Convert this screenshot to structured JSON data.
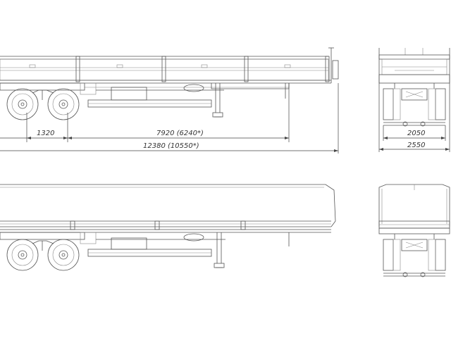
{
  "dimensions": {
    "axle_spacing": "1320",
    "wheelbase": "7920 (6240*)",
    "overall_length": "12380 (10550*)",
    "track_width": "2050",
    "overall_width": "2550"
  }
}
